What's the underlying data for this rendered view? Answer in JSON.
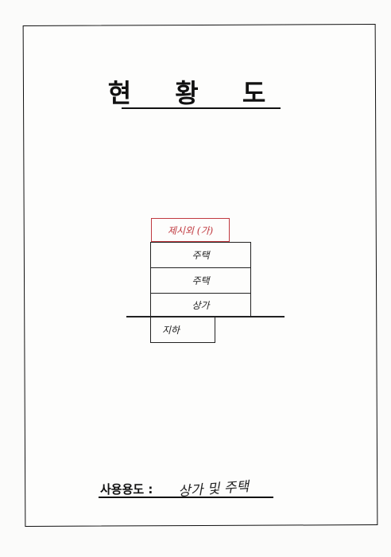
{
  "document": {
    "title": "현 황 도",
    "floors": [
      {
        "label": "제시외 (가)",
        "style": "red"
      },
      {
        "label": "주택",
        "style": "normal"
      },
      {
        "label": "주택",
        "style": "normal"
      },
      {
        "label": "상가",
        "style": "normal"
      },
      {
        "label": "지하",
        "style": "normal"
      }
    ],
    "usage": {
      "label": "사용용도 :",
      "value": "상가 및 주택"
    }
  }
}
